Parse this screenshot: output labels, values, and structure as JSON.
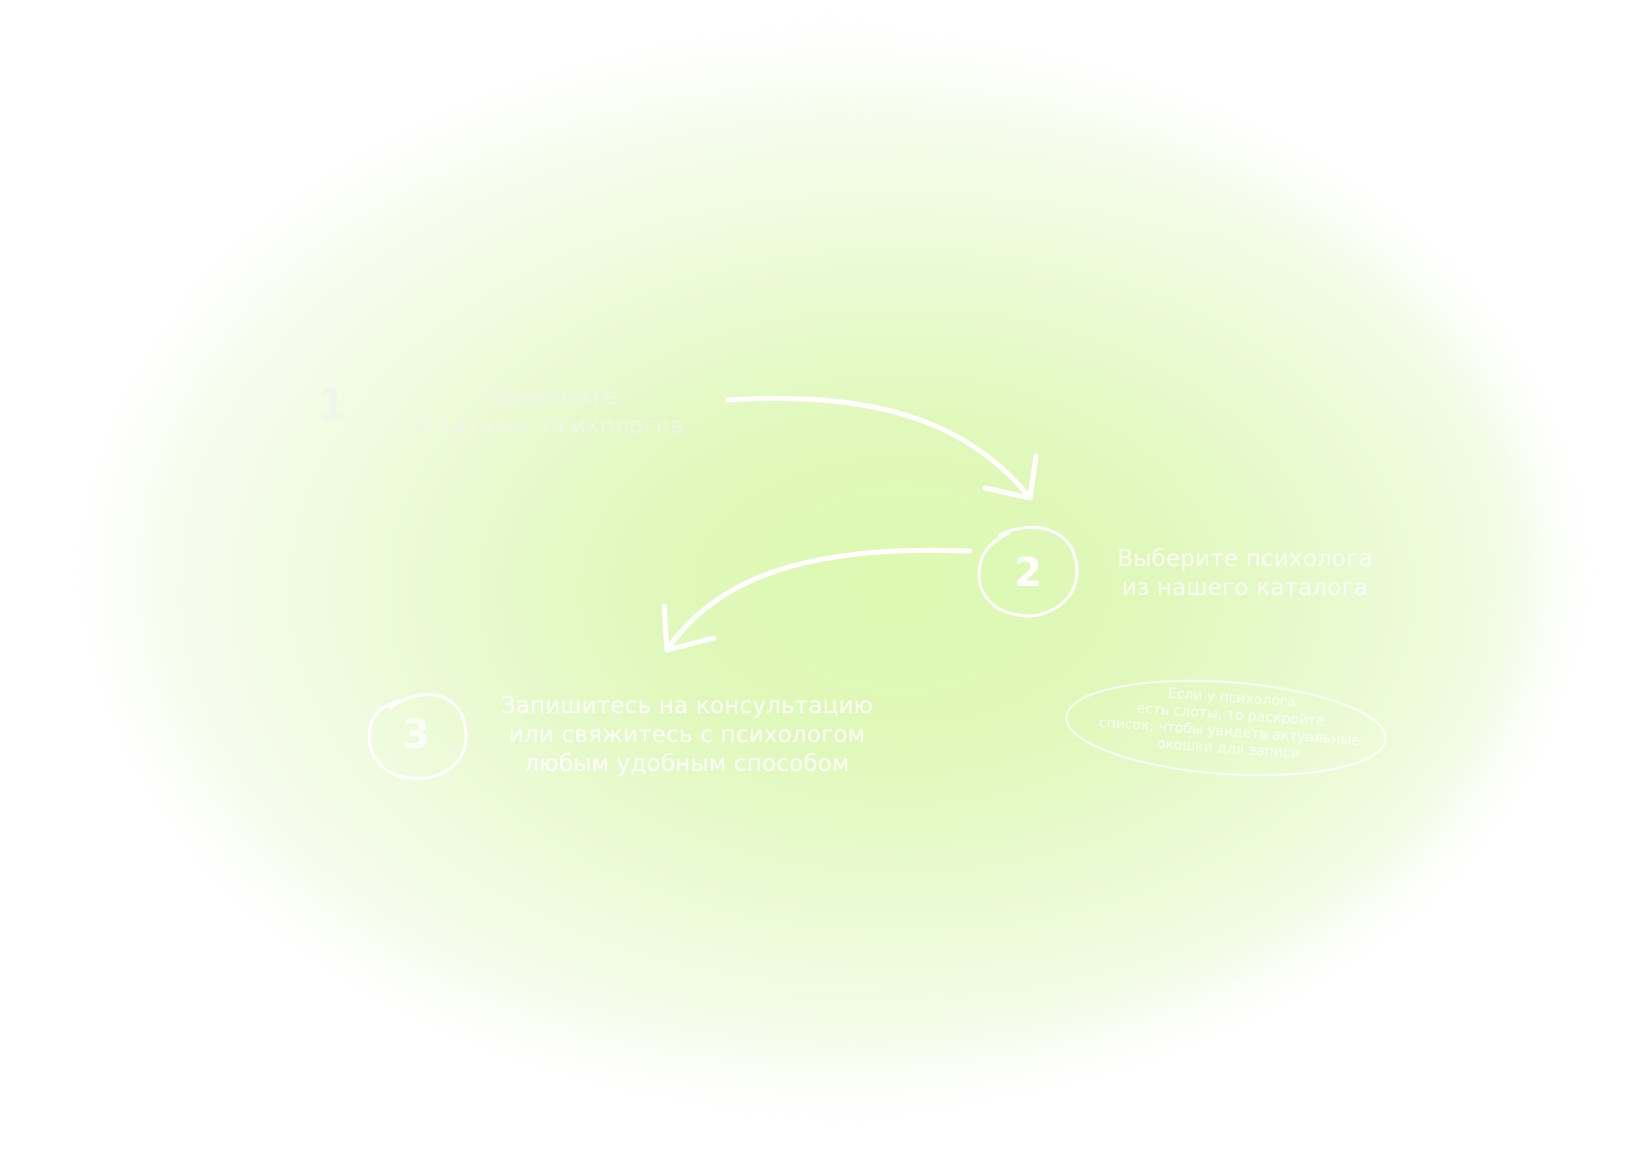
{
  "steps": [
    {
      "number": "1",
      "text_line1": "Перейдите",
      "text_line2": "в каталог психологов"
    },
    {
      "number": "2",
      "text_line1": "Выберите психолога",
      "text_line2": "из нашего каталога"
    },
    {
      "number": "3",
      "text_line1": "Запишитесь на консультацию",
      "text_line2": "или свяжитесь с психологом",
      "text_line3": "любым удобным способом"
    }
  ],
  "note": {
    "line1": "Если у психолога",
    "line2": "есть слоты, то раскройте",
    "line3": "список, чтобы увидеть актуальные",
    "line4": "окошки для записи"
  },
  "colors": {
    "glow": "#dcf9b0",
    "text": "#ffffff"
  }
}
